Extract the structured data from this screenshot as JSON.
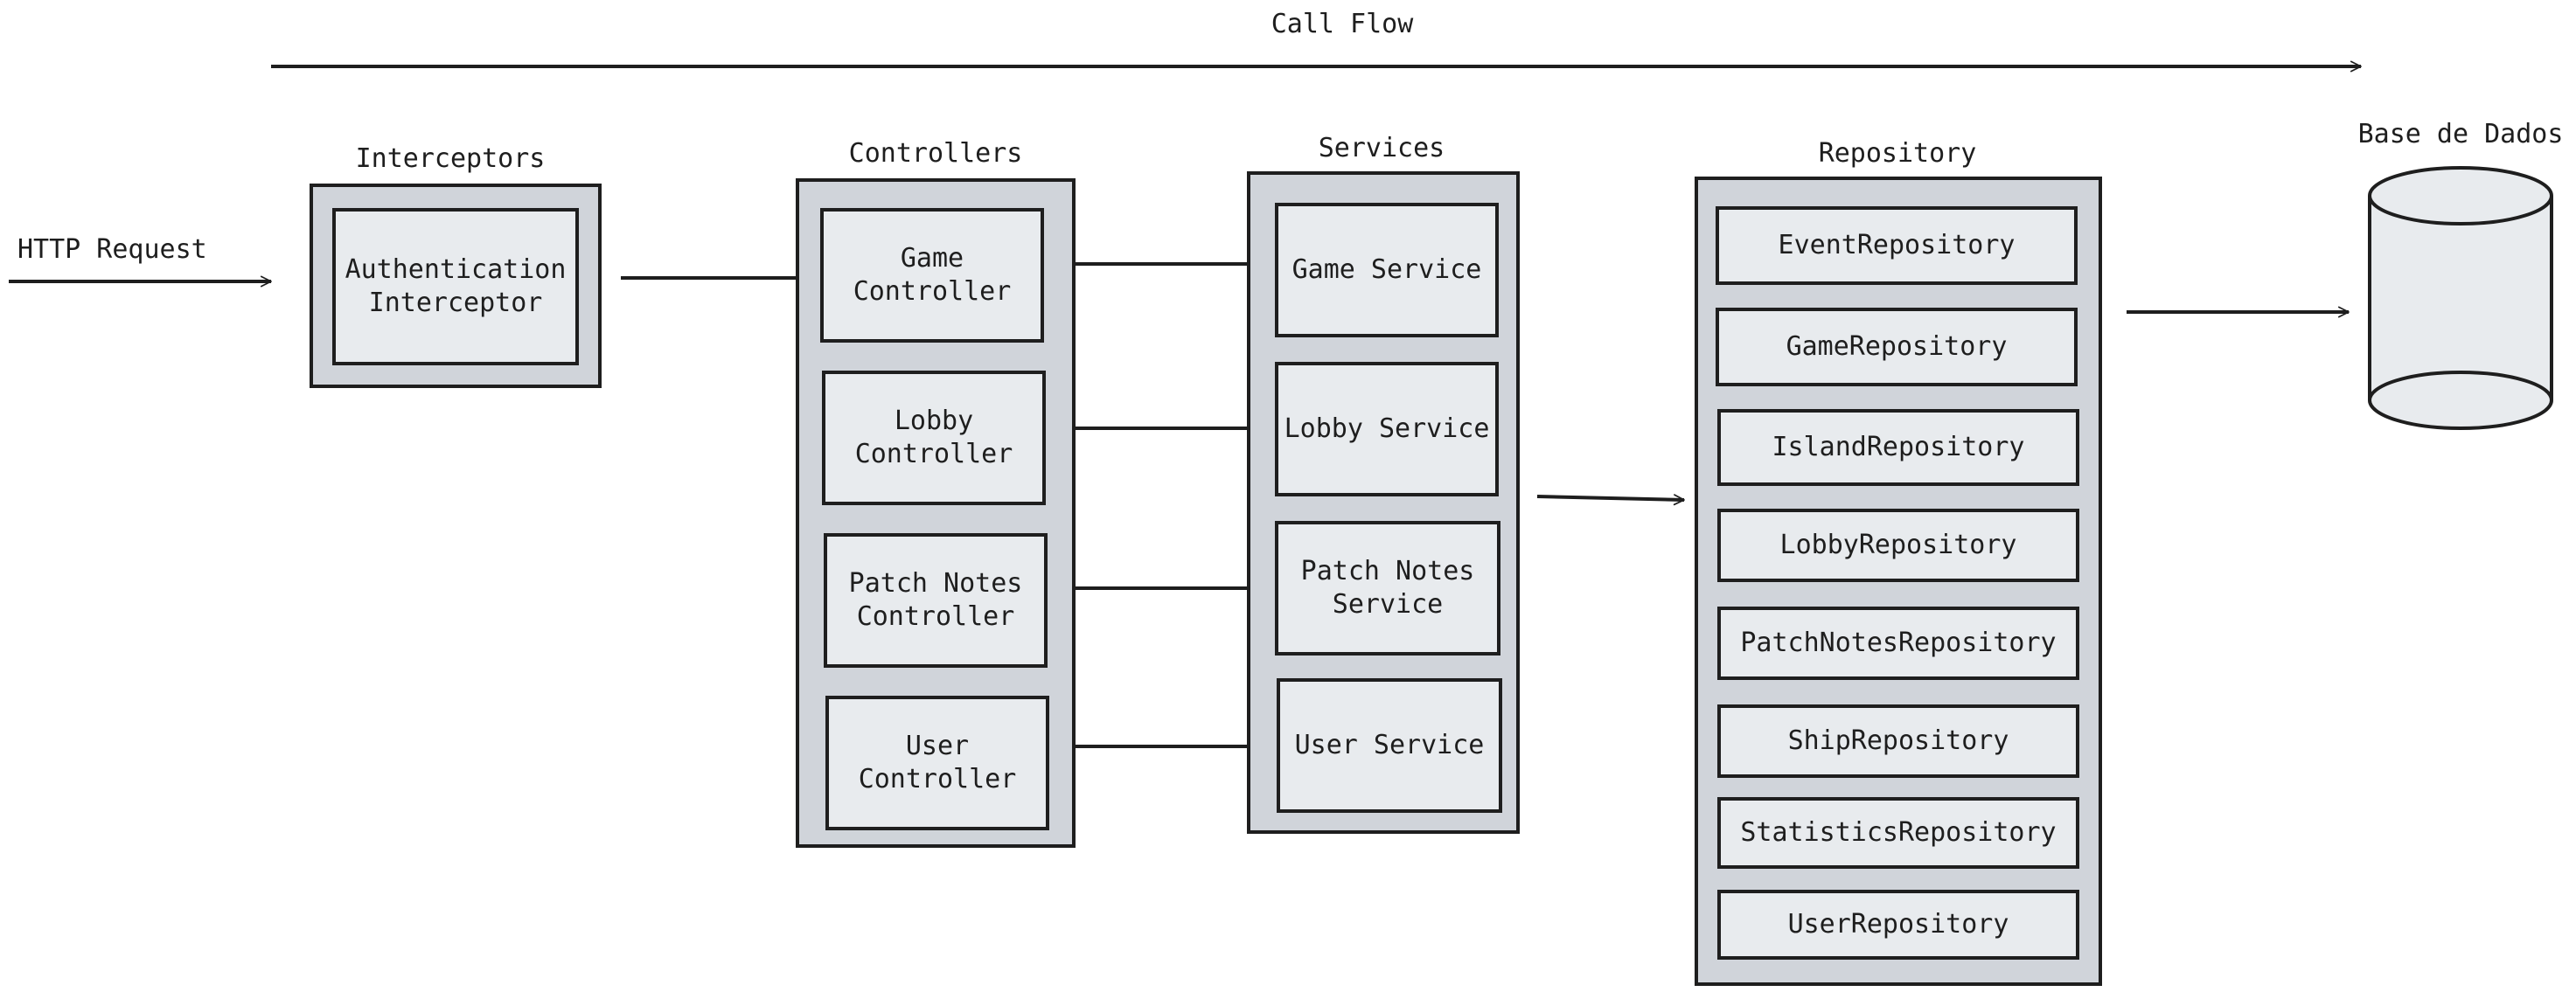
{
  "title": "Call Flow",
  "http_request": "HTTP Request",
  "layers": {
    "interceptors": {
      "label": "Interceptors",
      "items": [
        "Authentication\nInterceptor"
      ]
    },
    "controllers": {
      "label": "Controllers",
      "items": [
        "Game\nController",
        "Lobby\nController",
        "Patch Notes\nController",
        "User\nController"
      ]
    },
    "services": {
      "label": "Services",
      "items": [
        "Game Service",
        "Lobby Service",
        "Patch Notes\nService",
        "User Service"
      ]
    },
    "repository": {
      "label": "Repository",
      "items": [
        "EventRepository",
        "GameRepository",
        "IslandRepository",
        "LobbyRepository",
        "PatchNotesRepository",
        "ShipRepository",
        "StatisticsRepository",
        "UserRepository"
      ]
    },
    "database": {
      "label": "Base de Dados"
    }
  },
  "colors": {
    "stroke": "#1e1e1e",
    "group_fill": "#d0d4da",
    "box_fill": "#e8ebee"
  }
}
